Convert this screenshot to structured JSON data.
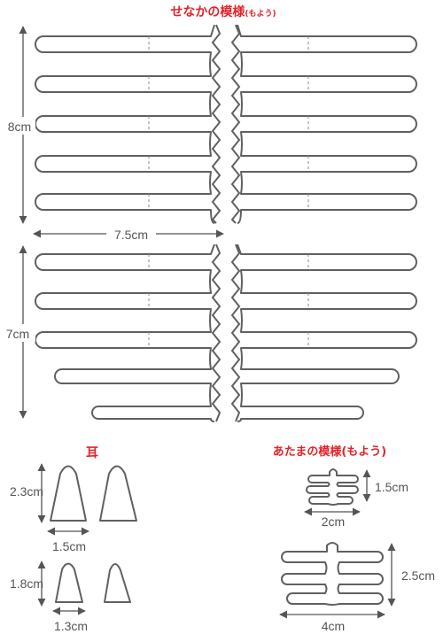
{
  "titles": {
    "back_pattern_main": "せなかの模様",
    "back_pattern_reading": "(もよう)",
    "ear": "耳",
    "head_pattern": "あたまの模様(もよう)"
  },
  "dimensions": {
    "back_upper_height": "8cm",
    "back_width": "7.5cm",
    "back_lower_height": "7cm",
    "ear_large_height": "2.3cm",
    "ear_large_width": "1.5cm",
    "ear_small_height": "1.8cm",
    "ear_small_width": "1.3cm",
    "head_small_height": "1.5cm",
    "head_small_width": "2cm",
    "head_large_height": "2.5cm",
    "head_large_width": "4cm"
  },
  "colors": {
    "title": "#e0242a",
    "outline": "#606060",
    "dimension_text": "#555555"
  }
}
